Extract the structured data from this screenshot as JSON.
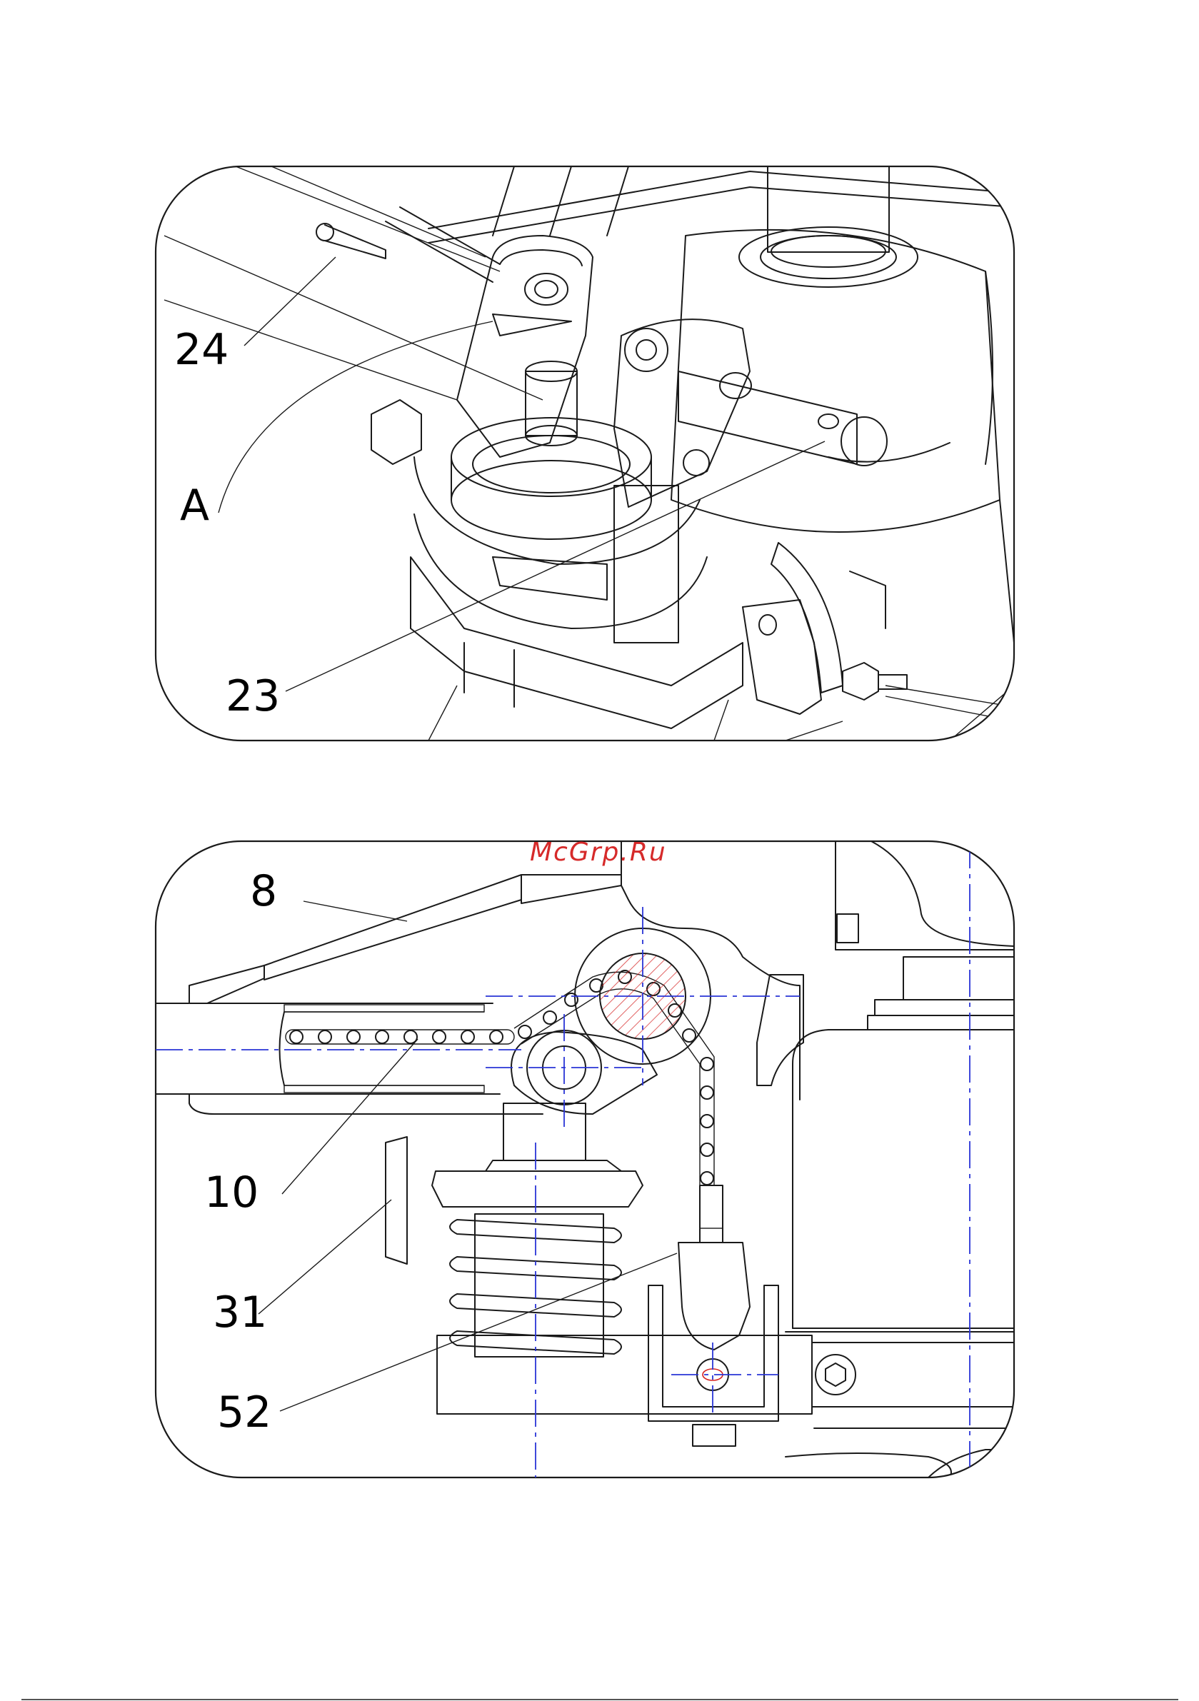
{
  "watermark": "McGrp.Ru",
  "figures": [
    {
      "id": "top",
      "callouts": [
        {
          "label": "24"
        },
        {
          "label": "A"
        },
        {
          "label": "23"
        }
      ]
    },
    {
      "id": "bottom",
      "callouts": [
        {
          "label": "8"
        },
        {
          "label": "10"
        },
        {
          "label": "31"
        },
        {
          "label": "52"
        }
      ]
    }
  ],
  "colors": {
    "line": "#1a1a1a",
    "centerline": "#2a35d6",
    "section_hatch": "#d42020",
    "watermark": "#d62a2a"
  }
}
